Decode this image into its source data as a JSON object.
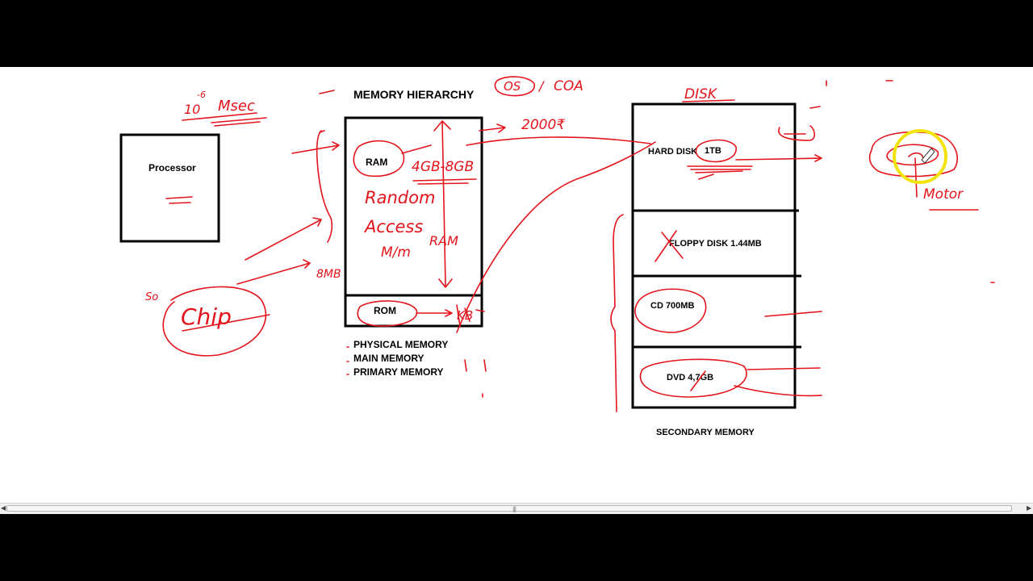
{
  "diagram": {
    "title": "MEMORY HIERARCHY",
    "processor_label": "Processor",
    "ram_label": "RAM",
    "rom_label": "ROM",
    "physical_memory_labels": [
      "PHYSICAL MEMORY",
      "MAIN MEMORY",
      "PRIMARY MEMORY"
    ],
    "secondary": {
      "hard_disk": "HARD DISK",
      "hard_disk_size": "1TB",
      "floppy": "FLOPPY DISK 1.44MB",
      "cd": "CD 700MB",
      "dvd": "DVD 4,7GB",
      "caption": "SECONDARY MEMORY"
    }
  },
  "annotations": {
    "colors": {
      "ink": "#e3141b",
      "highlight": "#f2e30f"
    },
    "exponent": "-6",
    "ten": "10",
    "msec": "Msec",
    "os": "OS",
    "slash": "/",
    "coa": "COA",
    "disk": "DISK",
    "price": "2000₹",
    "ram_size": "4GB-8GB",
    "random": "Random",
    "access": "Access",
    "mm": "M/m",
    "ram_note": "RAM",
    "eight_mb": "8MB",
    "chip": "Chip",
    "so": "So",
    "motor": "Motor",
    "kb": "KB"
  },
  "scrollbar": {
    "grip": "|||"
  }
}
